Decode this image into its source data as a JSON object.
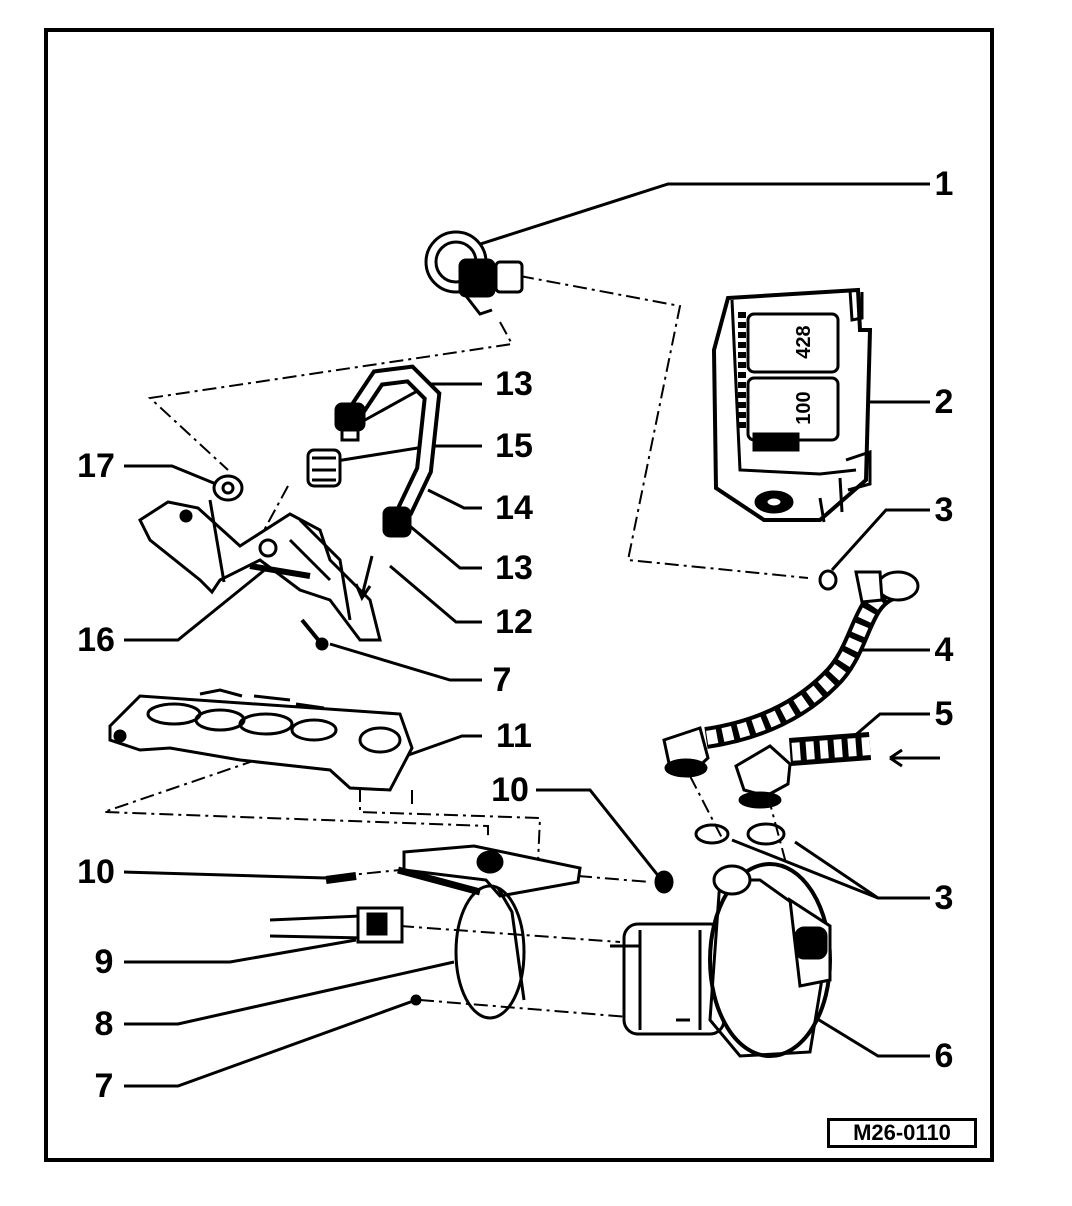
{
  "callouts": {
    "c1": "1",
    "c2": "2",
    "c3a": "3",
    "c3b": "3",
    "c4": "4",
    "c5": "5",
    "c6": "6",
    "c7a": "7",
    "c7b": "7",
    "c8": "8",
    "c9": "9",
    "c10a": "10",
    "c10b": "10",
    "c11": "11",
    "c12": "12",
    "c13a": "13",
    "c13b": "13",
    "c14": "14",
    "c15": "15",
    "c16": "16",
    "c17": "17"
  },
  "relay_labels": {
    "upper": "428",
    "lower": "100"
  },
  "reference": "M26-0110",
  "colors": {
    "ink": "#000000",
    "paper": "#ffffff"
  }
}
